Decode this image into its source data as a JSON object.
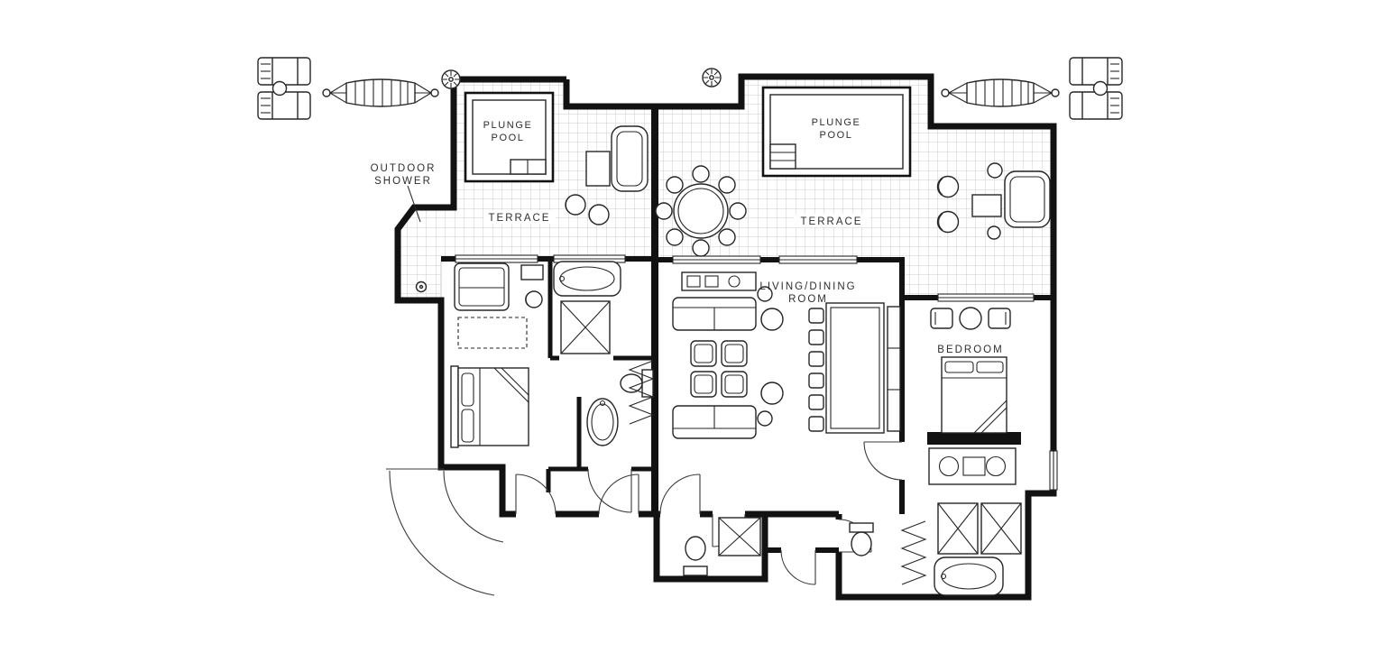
{
  "page": {
    "kind": "resort-suite-floor-plan",
    "background": "#ffffff"
  },
  "colors": {
    "wall": "#121212",
    "furniture_line": "#262626",
    "tile_grid": "#cccccc",
    "label_text": "#2e2e2e"
  },
  "labels": {
    "outdoor_shower": {
      "line1": "OUTDOOR",
      "line2": "SHOWER"
    },
    "plunge_pool": {
      "line1": "PLUNGE",
      "line2": "POOL"
    },
    "terrace": "TERRACE",
    "living_dining_room": {
      "line1": "LIVING/DINING",
      "line2": "ROOM"
    },
    "bedroom": "BEDROOM"
  },
  "icons": [
    "sun-lounger",
    "hammock",
    "overhead-shower",
    "plunge-pool",
    "pool-steps",
    "round-dining-table",
    "dining-chair",
    "sofa",
    "armchair",
    "coffee-table",
    "side-table",
    "ottoman",
    "console-table",
    "daybed",
    "rug",
    "bed",
    "pillow",
    "bathtub",
    "oval-basin",
    "toilet",
    "wardrobe",
    "vanity",
    "shower-enclosure",
    "accordion-door",
    "door-swing",
    "floor-drain",
    "window"
  ]
}
